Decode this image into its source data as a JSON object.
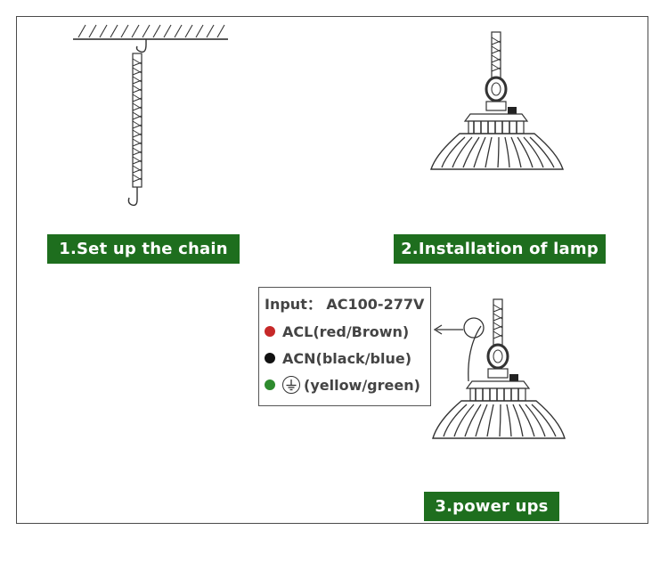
{
  "steps": {
    "step1": "1.Set up the chain",
    "step2": "2.Installation of lamp",
    "step3": "3.power ups"
  },
  "wiring": {
    "input": "Input： AC100-277V",
    "items": [
      {
        "label": "ACL(red/Brown)",
        "color": "#c62828"
      },
      {
        "label": "ACN(black/blue)",
        "color": "#111111"
      },
      {
        "label": "(yellow/green)",
        "color": "#2e8b2e",
        "icon": "ground-icon"
      }
    ]
  },
  "colors": {
    "label_bg": "#1e6e1e",
    "label_text": "#ffffff"
  }
}
